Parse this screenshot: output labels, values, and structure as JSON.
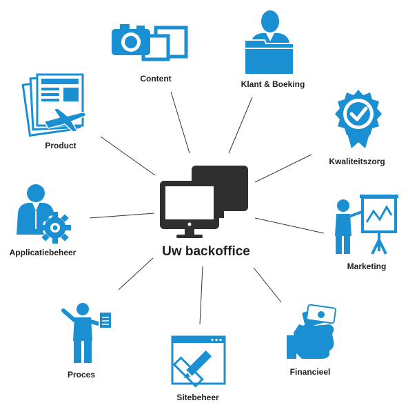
{
  "center": {
    "label": "Uw backoffice",
    "icon": "monitors-icon"
  },
  "colors": {
    "accent": "#1a8fd1",
    "dark": "#2f2f2f",
    "line": "#333333"
  },
  "nodes": [
    {
      "id": "content",
      "label": "Content",
      "icon": "camera-photos-icon"
    },
    {
      "id": "klant-boeking",
      "label": "Klant & Boeking",
      "icon": "person-folder-icon"
    },
    {
      "id": "kwaliteitszorg",
      "label": "Kwaliteitszorg",
      "icon": "quality-badge-icon"
    },
    {
      "id": "marketing",
      "label": "Marketing",
      "icon": "presenter-chart-icon"
    },
    {
      "id": "financieel",
      "label": "Financieel",
      "icon": "hand-money-icon"
    },
    {
      "id": "sitebeheer",
      "label": "Sitebeheer",
      "icon": "browser-design-icon"
    },
    {
      "id": "proces",
      "label": "Proces",
      "icon": "person-clipboard-icon"
    },
    {
      "id": "applicatiebeheer",
      "label": "Applicatiebeheer",
      "icon": "person-gear-icon"
    },
    {
      "id": "product",
      "label": "Product",
      "icon": "brochure-plane-icon"
    }
  ]
}
